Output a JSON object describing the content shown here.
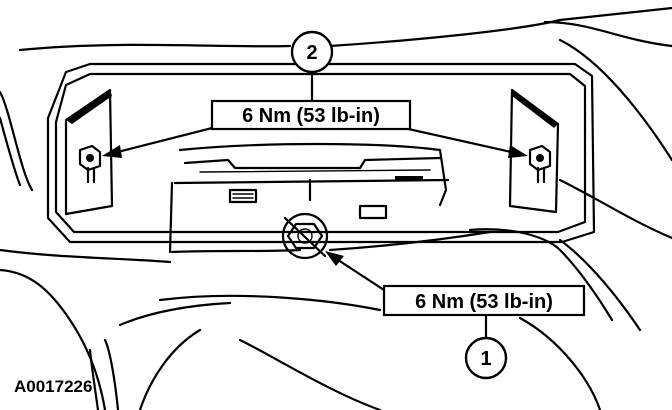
{
  "callouts": {
    "torque_upper": "6 Nm (53 lb-in)",
    "torque_lower": "6 Nm (53 lb-in)",
    "item_1": "1",
    "item_2": "2"
  },
  "figure_id": "A0017226"
}
